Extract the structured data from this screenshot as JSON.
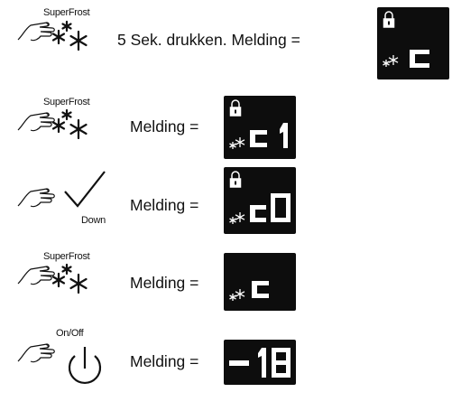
{
  "steps": [
    {
      "button_label": "SuperFrost",
      "button_icon": "snowflake-icon",
      "message": "5 Sek. drukken. Melding =",
      "display": {
        "lock": true,
        "snowflake": true,
        "code": "c"
      }
    },
    {
      "button_label": "SuperFrost",
      "button_icon": "snowflake-icon",
      "message": "Melding =",
      "display": {
        "lock": true,
        "snowflake": true,
        "code": "c 1"
      }
    },
    {
      "button_label": "Down",
      "button_icon": "checkmark-icon",
      "message": "Melding =",
      "display": {
        "lock": true,
        "snowflake": true,
        "code": "c0"
      }
    },
    {
      "button_label": "SuperFrost",
      "button_icon": "snowflake-icon",
      "message": "Melding =",
      "display": {
        "lock": false,
        "snowflake": true,
        "code": "c"
      }
    },
    {
      "button_label": "On/Off",
      "button_icon": "power-icon",
      "message": "Melding =",
      "display": {
        "lock": false,
        "snowflake": false,
        "code": "- 18"
      }
    }
  ],
  "colors": {
    "display_bg": "#0d0d0d",
    "display_fg": "#ffffff",
    "ink": "#111111"
  }
}
